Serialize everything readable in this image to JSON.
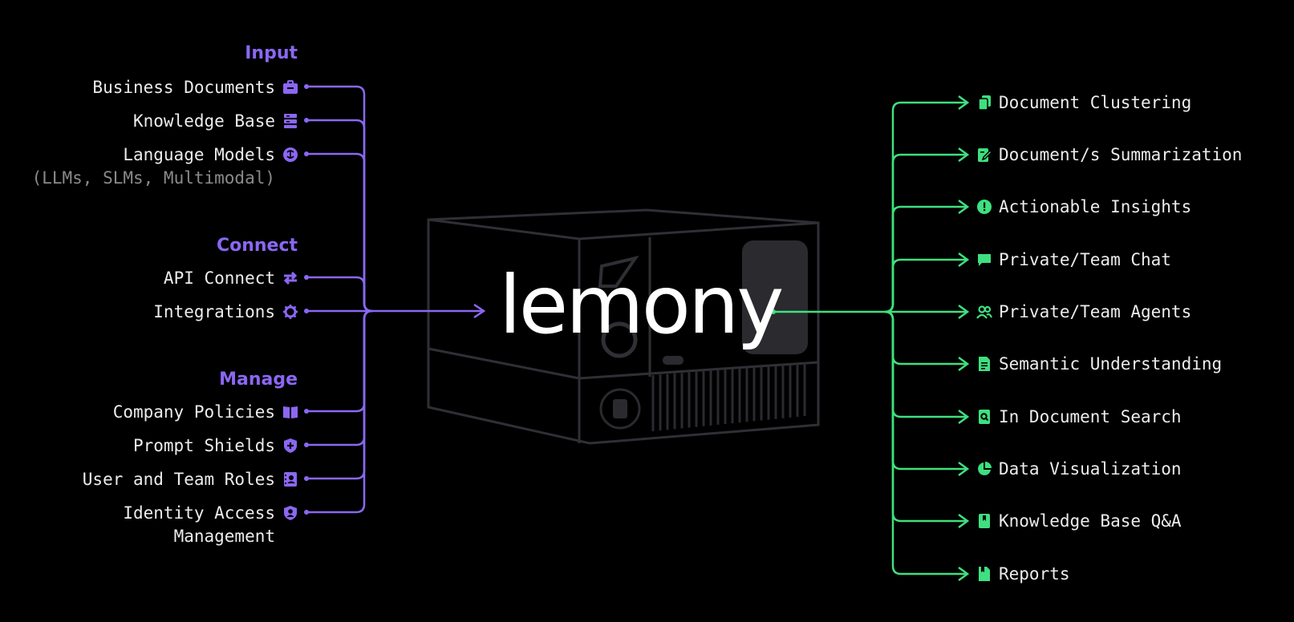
{
  "brand": "lemony",
  "colors": {
    "input_accent": "#8b67f3",
    "output_accent": "#3ee07f",
    "box_stroke": "#2f2f35"
  },
  "inputs": {
    "sections": [
      {
        "heading": "Input",
        "items": [
          {
            "label": "Business Documents",
            "icon": "briefcase-icon"
          },
          {
            "label": "Knowledge Base",
            "icon": "database-icon"
          },
          {
            "label": "Language Models",
            "sublabel": "(LLMs, SLMs, Multimodal)",
            "icon": "brain-icon"
          }
        ]
      },
      {
        "heading": "Connect",
        "items": [
          {
            "label": "API Connect",
            "icon": "swap-arrows-icon"
          },
          {
            "label": "Integrations",
            "icon": "gear-icon"
          }
        ]
      },
      {
        "heading": "Manage",
        "items": [
          {
            "label": "Company Policies",
            "icon": "book-icon"
          },
          {
            "label": "Prompt Shields",
            "icon": "shield-plus-icon"
          },
          {
            "label": "User and Team Roles",
            "icon": "contact-book-icon"
          },
          {
            "label": "Identity Access",
            "label_line2": "Management",
            "icon": "shield-user-icon"
          }
        ]
      }
    ]
  },
  "outputs": [
    {
      "label": "Document Clustering",
      "icon": "documents-stack-icon"
    },
    {
      "label": "Document/s Summarization",
      "icon": "document-edit-icon"
    },
    {
      "label": "Actionable Insights",
      "icon": "alert-circle-icon"
    },
    {
      "label": "Private/Team Chat",
      "icon": "chat-bubble-icon"
    },
    {
      "label": "Private/Team Agents",
      "icon": "users-icon"
    },
    {
      "label": "Semantic Understanding",
      "icon": "document-text-icon"
    },
    {
      "label": "In Document Search",
      "icon": "document-search-icon"
    },
    {
      "label": "Data Visualization",
      "icon": "pie-chart-icon"
    },
    {
      "label": "Knowledge Base Q&A",
      "icon": "book-bookmark-icon"
    },
    {
      "label": "Reports",
      "icon": "bookmark-doc-icon"
    }
  ]
}
